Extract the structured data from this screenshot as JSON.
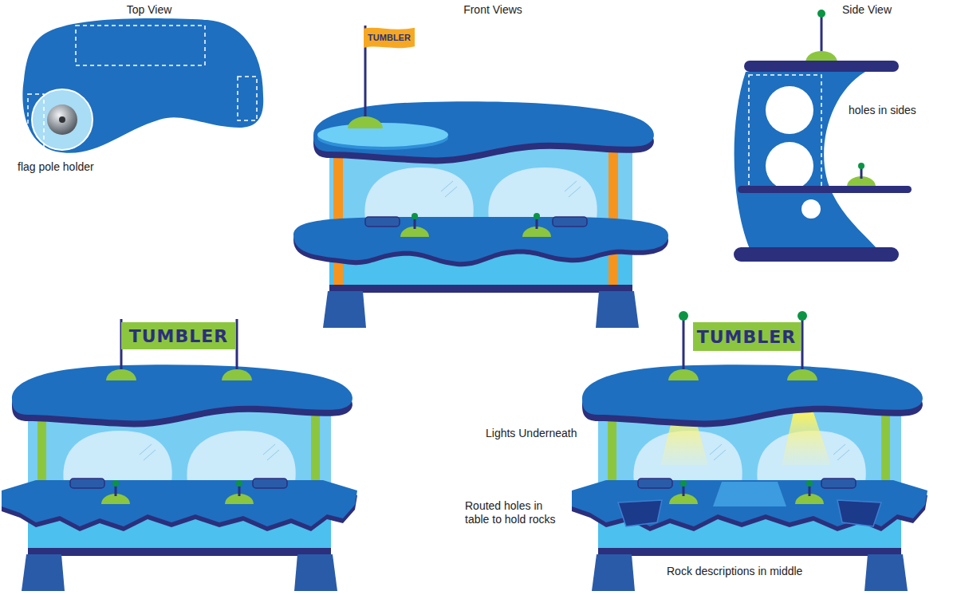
{
  "diagram": {
    "nodes": [
      {
        "text": [
          "TUMBLER"
        ]
      },
      {
        "text": [
          "TUMBLER"
        ]
      },
      {
        "text": [
          "TUMBLER"
        ]
      }
    ],
    "labels": [
      "Top View",
      "Front Views",
      "Side View",
      "flag pole holder",
      "holes in sides",
      "Lights Underneath",
      "Routed holes in table to hold rocks",
      "Rock descriptions in middle"
    ]
  }
}
